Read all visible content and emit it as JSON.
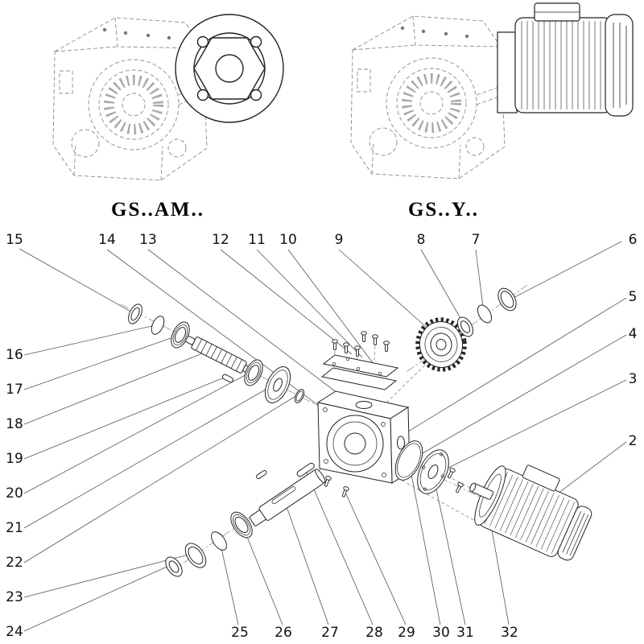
{
  "colors": {
    "background": "#ffffff",
    "line": "#222222"
  },
  "products": [
    {
      "label": "GS..AM.."
    },
    {
      "label": "GS..Y.."
    }
  ],
  "callouts": [
    {
      "label": "2"
    },
    {
      "label": "3"
    },
    {
      "label": "4"
    },
    {
      "label": "5"
    },
    {
      "label": "6"
    },
    {
      "label": "7"
    },
    {
      "label": "8"
    },
    {
      "label": "9"
    },
    {
      "label": "10"
    },
    {
      "label": "11"
    },
    {
      "label": "12"
    },
    {
      "label": "13"
    },
    {
      "label": "14"
    },
    {
      "label": "15"
    },
    {
      "label": "16"
    },
    {
      "label": "17"
    },
    {
      "label": "18"
    },
    {
      "label": "19"
    },
    {
      "label": "20"
    },
    {
      "label": "21"
    },
    {
      "label": "22"
    },
    {
      "label": "23"
    },
    {
      "label": "24"
    },
    {
      "label": "25"
    },
    {
      "label": "26"
    },
    {
      "label": "27"
    },
    {
      "label": "28"
    },
    {
      "label": "29"
    },
    {
      "label": "30"
    },
    {
      "label": "31"
    },
    {
      "label": "32"
    }
  ]
}
